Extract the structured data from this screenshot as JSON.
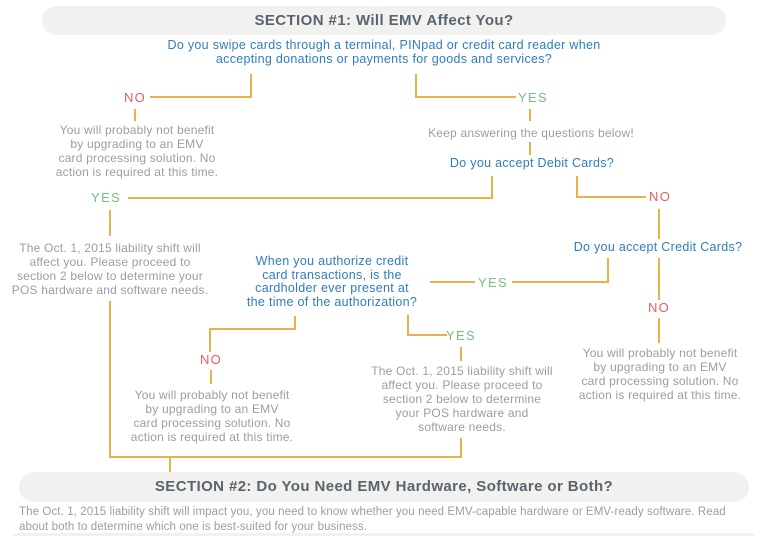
{
  "colors": {
    "line": "#e9b148",
    "yes": "#72c378",
    "no": "#e45f5f",
    "question": "#2f7dbf",
    "body": "#9d9d9d",
    "heading": "#5a646e",
    "band": "#f1f1f0"
  },
  "labels": {
    "yes": "YES",
    "no": "NO"
  },
  "section1": {
    "title": "SECTION #1: Will EMV Affect You?"
  },
  "flow": {
    "q_swipe": "Do you swipe cards through a terminal, PINpad or credit card reader when\naccepting donations or payments for goods and services?",
    "no_answer_top_left": "You will probably not benefit\nby upgrading to an EMV\ncard processing solution. No\naction is required at this time.",
    "keep_answering": "Keep answering the questions below!",
    "q_debit": "Do you accept Debit Cards?",
    "liability_left": "The Oct. 1, 2015 liability shift will\naffect you. Please proceed to\nsection 2 below to determine your\nPOS hardware and software needs.",
    "q_credit": "Do you accept Credit Cards?",
    "q_cardholder": "When you authorize credit\ncard transactions, is the\ncardholder ever present at\nthe time of the authorization?",
    "no_answer_middle": "You will probably not benefit\nby upgrading to an EMV\ncard processing solution. No\naction is required at this time.",
    "liability_middle": "The Oct. 1, 2015 liability shift will\naffect you. Please proceed to\nsection 2 below to determine\nyour POS hardware and\nsoftware needs.",
    "no_answer_right": "You will probably not benefit\nby upgrading to an EMV\ncard processing solution. No\naction is required at this time."
  },
  "section2": {
    "title": "SECTION #2: Do You Need EMV Hardware, Software or Both?",
    "description": "The Oct. 1, 2015 liability shift will impact you, you need to know whether you need EMV-capable hardware or EMV-ready software. Read about both to determine which one is best-suited for your business."
  }
}
